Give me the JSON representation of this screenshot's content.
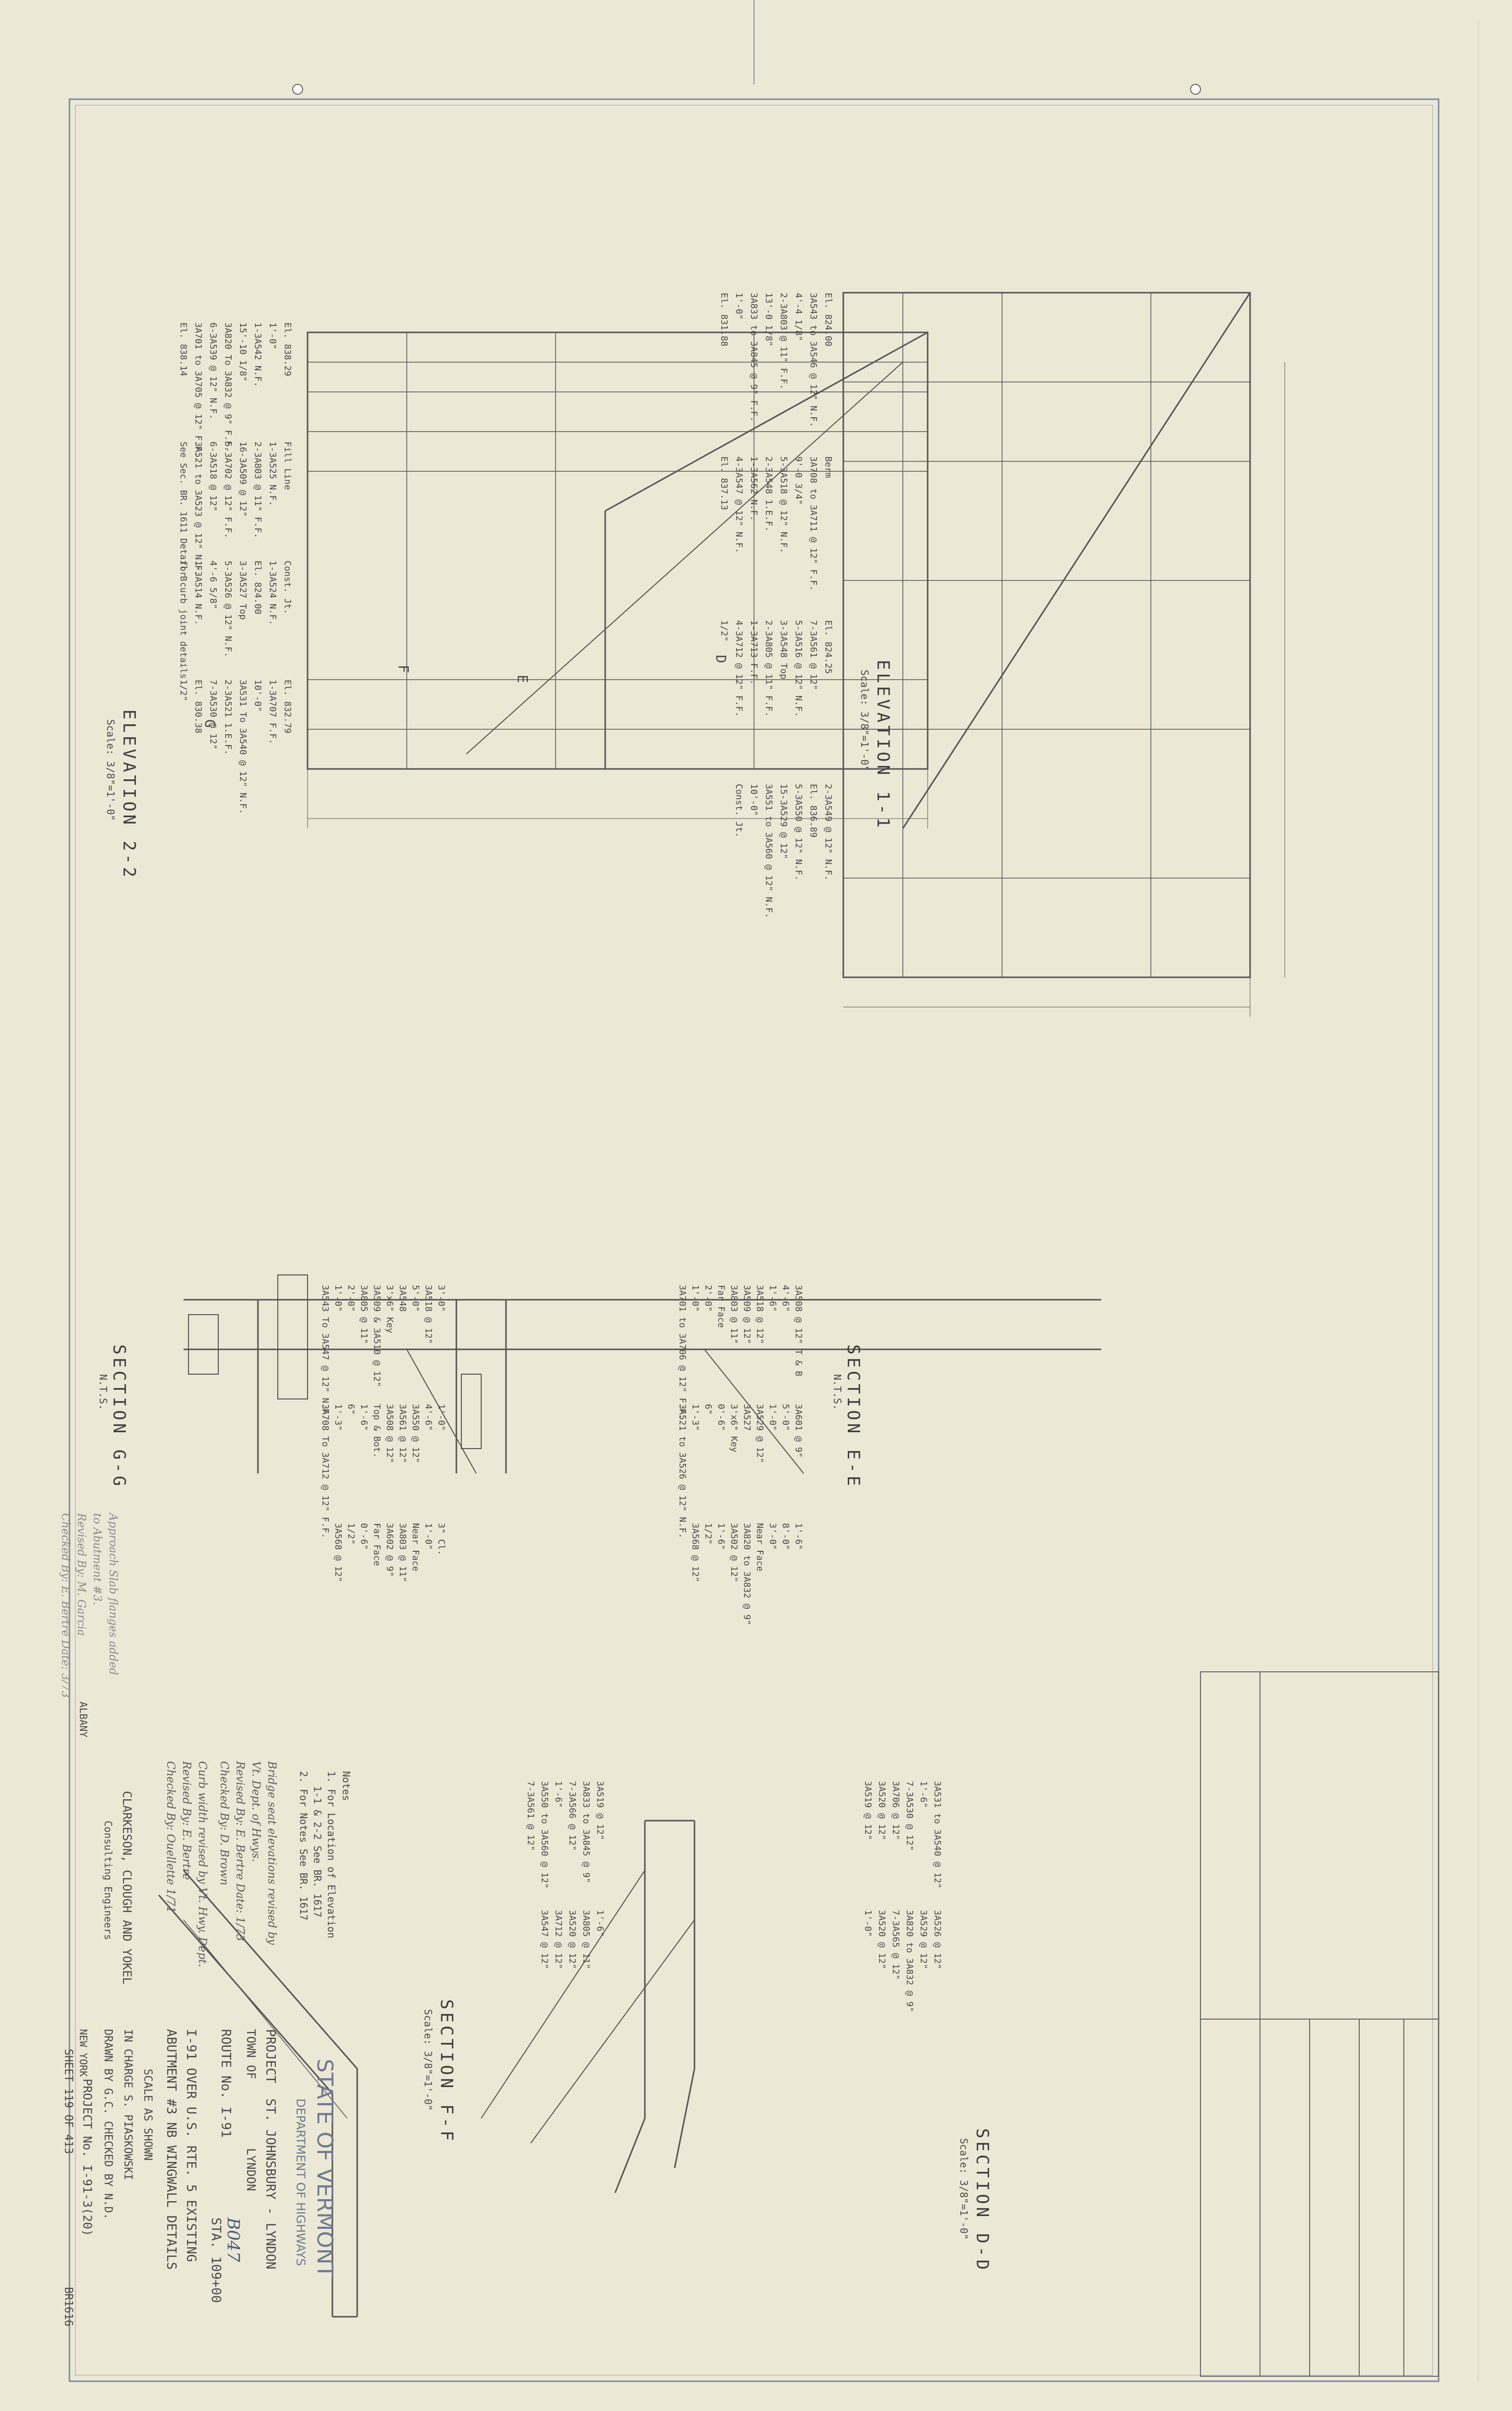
{
  "title_block": {
    "state": "STATE OF VERMONT",
    "department": "DEPARTMENT OF HIGHWAYS",
    "project_label": "PROJECT",
    "project": "ST. JOHNSBURY - LYNDON",
    "town_label": "TOWN OF",
    "town": "LYNDON",
    "route": "ROUTE No. I-91",
    "station": "STA. 109+00",
    "handwritten_code": "B047",
    "desc_line1": "I-91 OVER U.S. RTE. 5 EXISTING",
    "desc_line2": "ABUTMENT #3 NB WINGWALL DETAILS",
    "scale": "SCALE  AS SHOWN",
    "in_charge": "IN CHARGE   S. PIASKOWSKI",
    "drawn": "DRAWN BY G.C.  CHECKED BY N.D.",
    "project_no": "PROJECT No. I-91-3(20)",
    "sheet": "SHEET 119  OF 413",
    "sheet_code": "BR1616"
  },
  "engineers": {
    "firm": "CLARKESON, CLOUGH AND YOKEL",
    "subtitle": "Consulting Engineers",
    "city_left": "ALBANY",
    "city_right": "NEW YORK"
  },
  "revisions": [
    "Bridge seat elevations revised by",
    "Vt. Dept. of Hwys.",
    "Revised By: E. Bertre   Date: 1/73",
    "Checked By: D. Brown",
    "Curb width revised by Vt. Hwy. Dept.",
    "Revised By: E. Bertre",
    "Checked By: Ouellette    1/71",
    "Approach Slab flanges added",
    "to Abutment #3.",
    "Revised By: M. Garcia",
    "Checked By: E. Bertre  Date: 3/73"
  ],
  "notes": {
    "heading": "Notes",
    "n1": "1. For Location of Elevation",
    "n1b": "1-1 & 2-2 See BR. 1617",
    "n2": "2. For Notes See BR. 1617"
  },
  "views": {
    "elev_1_1": {
      "title": "ELEVATION 1-1",
      "scale": "Scale: 3/8\"=1'-0\"",
      "labels": [
        "El. 838.29",
        "Fill Line",
        "Const. Jt.",
        "El. 832.79",
        "1'-0\"",
        "1-3A525 N.F.",
        "1-3A524 N.F.",
        "1-3A707 F.F.",
        "1-3A542 N.F.",
        "2-3A803 @ 11\" F.F.",
        "El. 824.00",
        "10'-0\"",
        "15'-10 1/8\"",
        "16-3A509 @ 12\"",
        "3-3A527 Top",
        "3A531 To 3A540 @ 12\" N.F.",
        "3A820 To 3A832 @ 9\" F.F.",
        "5-3A702 @ 12\" F.F.",
        "5-3A526 @ 12\" N.F.",
        "2-3A521 1.E.F.",
        "6-3A539 @ 12\" N.F.",
        "6-3A518 @ 12\"",
        "4'-6 5/8\"",
        "7-3A530 @ 12\"",
        "3A701 to 3A705 @ 12\" F.F.",
        "3A521 to 3A523 @ 12\" N.F.",
        "1-3A514 N.F.",
        "El. 830.38",
        "El. 838.14",
        "See Sec. BR. 1611 Detail B",
        "for curb joint details",
        "1/2\""
      ]
    },
    "elev_2_2": {
      "title": "ELEVATION 2-2",
      "scale": "Scale: 3/8\"=1'-0\"",
      "labels": [
        "El. 824.00",
        "Berm",
        "El. 824.25",
        "2-3A549 @ 12\" N.F.",
        "3A543 to 3A546 @ 12\" N.F.",
        "3A708 to 3A711 @ 12\" F.F.",
        "7-3A561 @ 12\"",
        "El. 836.89",
        "4'-4 1/8\"",
        "9'-0 3/4\"",
        "5-3A516 @ 12\" N.F.",
        "5-3A550 @ 12\" N.F.",
        "2-3A803 @ 11\" F.F.",
        "5-3A518 @ 12\" N.F.",
        "3-3A548 Top",
        "15-3A529 @ 12\"",
        "13'-0 1/8\"",
        "2-3A548 1.E.F.",
        "2-3A805 @ 11\" F.F.",
        "3A551 to 3A560 @ 12\" N.F.",
        "3A833 to 3A845 @ 9\" F.F.",
        "1-3A562 N.F.",
        "1-3A713 F.F.",
        "10'-0\"",
        "1'-0\"",
        "4-3A547 @ 12\" N.F.",
        "4-3A712 @ 12\" F.F.",
        "Const. Jt.",
        "El. 831.88",
        "El. 837.13",
        "1/2\""
      ]
    },
    "section_g_g": {
      "title": "SECTION G-G",
      "scale": "N.T.S.",
      "labels": [
        "3'-0\"",
        "1'-0\"",
        "3\" Cl.",
        "3A518 @ 12\"",
        "4'-6\"",
        "1'-0\"",
        "5'-0\"",
        "3A550 @ 12\"",
        "Near Face",
        "3A548",
        "3A561 @ 12\"",
        "3A803 @ 11\"",
        "3'x6\" Key",
        "3A508 @ 12\"",
        "3A602 @ 9\"",
        "3A509 & 3A510 @ 12\"",
        "Top & Bot.",
        "Far Face",
        "3A805 @ 11\"",
        "1'-6\"",
        "0'-6\"",
        "2'-0\"",
        "6\"",
        "1/2\"",
        "1'-0\"",
        "1'-3\"",
        "3A568 @ 12\"",
        "3A543 To 3A547 @ 12\" N.F.",
        "3A708 To 3A712 @ 12\" F.F."
      ]
    },
    "section_e_e": {
      "title": "SECTION E-E",
      "scale": "N.T.S.",
      "labels": [
        "3A508 @ 12\" T & B",
        "3A601 @ 9\"",
        "1'-6\"",
        "4'-6\"",
        "5'-0\"",
        "8'-0\"",
        "1'-6\"",
        "1'-0\"",
        "3'-0\"",
        "3A518 @ 12\"",
        "3A529 @ 12\"",
        "Near Face",
        "3A509 @ 12\"",
        "3A527",
        "3A820 to 3A832 @ 9\"",
        "3A803 @ 11\"",
        "3'x6\" Key",
        "3A502 @ 12\"",
        "Far Face",
        "0'-6\"",
        "1'-6\"",
        "2'-0\"",
        "6\"",
        "1/2\"",
        "1'-0\"",
        "1'-3\"",
        "3A568 @ 12\"",
        "3A701 to 3A706 @ 12\" F.F.",
        "3A521 to 3A526 @ 12\" N.F."
      ]
    },
    "section_f_f": {
      "title": "SECTION F-F",
      "scale": "Scale: 3/8\"=1'-0\"",
      "labels": [
        "3A519 @ 12\"",
        "1'-6\"",
        "3A833 to 3A845 @ 9\"",
        "3A805 @ 11\"",
        "7-3A566 @ 12\"",
        "3A520 @ 12\"",
        "1'-6\"",
        "3A712 @ 12\"",
        "3A550 to 3A560 @ 12\"",
        "3A547 @ 12\"",
        "7-3A561 @ 12\""
      ]
    },
    "section_d_d": {
      "title": "SECTION D-D",
      "scale": "Scale: 3/8\"=1'-0\"",
      "labels": [
        "3A531 to 3A540 @ 12\"",
        "3A526 @ 12\"",
        "1'-6\"",
        "3A529 @ 12\"",
        "7-3A530 @ 12\"",
        "3A820 to 3A832 @ 9\"",
        "3A706 @ 12\"",
        "7-3A565 @ 12\"",
        "3A520 @ 12\"",
        "3A520 @ 12\"",
        "3A519 @ 12\"",
        "1'-0\""
      ]
    },
    "section_markers": {
      "d": "D",
      "e": "E",
      "f": "F",
      "g": "G"
    }
  },
  "colors": {
    "paper": "#ece8d6",
    "line": "#4a4a4a",
    "border": "#7c8aa0"
  }
}
